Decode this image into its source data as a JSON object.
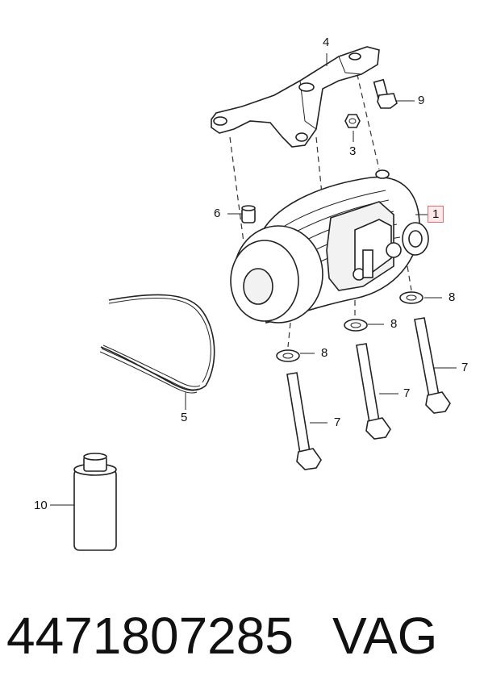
{
  "diagram": {
    "callouts": [
      {
        "id": "c1",
        "label": "1",
        "highlighted": true
      },
      {
        "id": "c3",
        "label": "3"
      },
      {
        "id": "c4",
        "label": "4"
      },
      {
        "id": "c5",
        "label": "5"
      },
      {
        "id": "c6",
        "label": "6"
      },
      {
        "id": "c7a",
        "label": "7"
      },
      {
        "id": "c7b",
        "label": "7"
      },
      {
        "id": "c7c",
        "label": "7"
      },
      {
        "id": "c8a",
        "label": "8"
      },
      {
        "id": "c8b",
        "label": "8"
      },
      {
        "id": "c8c",
        "label": "8"
      },
      {
        "id": "c9",
        "label": "9"
      },
      {
        "id": "c10",
        "label": "10"
      }
    ],
    "highlight_color": "#fde8ea"
  },
  "footer": {
    "part_number": "4471807285",
    "brand": "VAG"
  }
}
